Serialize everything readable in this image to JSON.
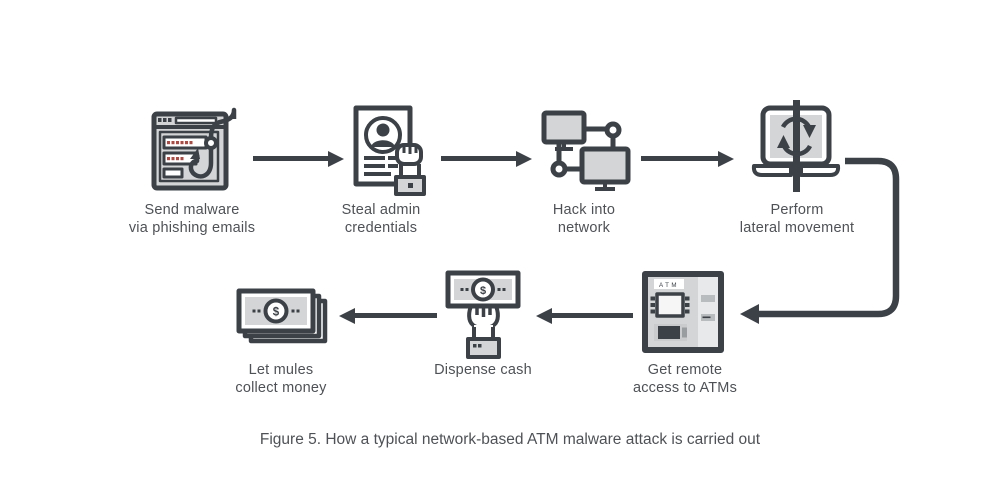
{
  "figure": {
    "caption": "Figure 5. How a typical network-based ATM malware attack is carried out"
  },
  "steps": {
    "phishing": {
      "line1": "Send malware",
      "line2": "via phishing emails"
    },
    "credentials": {
      "line1": "Steal admin",
      "line2": "credentials"
    },
    "network": {
      "line1": "Hack into",
      "line2": "network"
    },
    "lateral": {
      "line1": "Perform",
      "line2": "lateral movement"
    },
    "atm": {
      "line1": "Get remote",
      "line2": "access to ATMs"
    },
    "dispense": {
      "line1": "Dispense cash"
    },
    "mules": {
      "line1": "Let mules",
      "line2": "collect money"
    }
  },
  "icon_text": {
    "atm_sign": "ATM",
    "dollar_symbol": "$"
  },
  "icons": {
    "phishing": "browser-with-fishhook",
    "credentials": "id-card-grabbed-by-hand",
    "network": "connected-computers",
    "lateral": "laptop-split-sync-arrows",
    "atm": "atm-machine",
    "dispense": "hand-taking-banknote",
    "mules": "banknote-stack"
  },
  "colors": {
    "stroke": "#3b4147",
    "fill_gray": "#d4d5d6",
    "fill_light": "#e8e9ea",
    "accent_red": "#ae4a42",
    "label_text": "#4e5256"
  }
}
